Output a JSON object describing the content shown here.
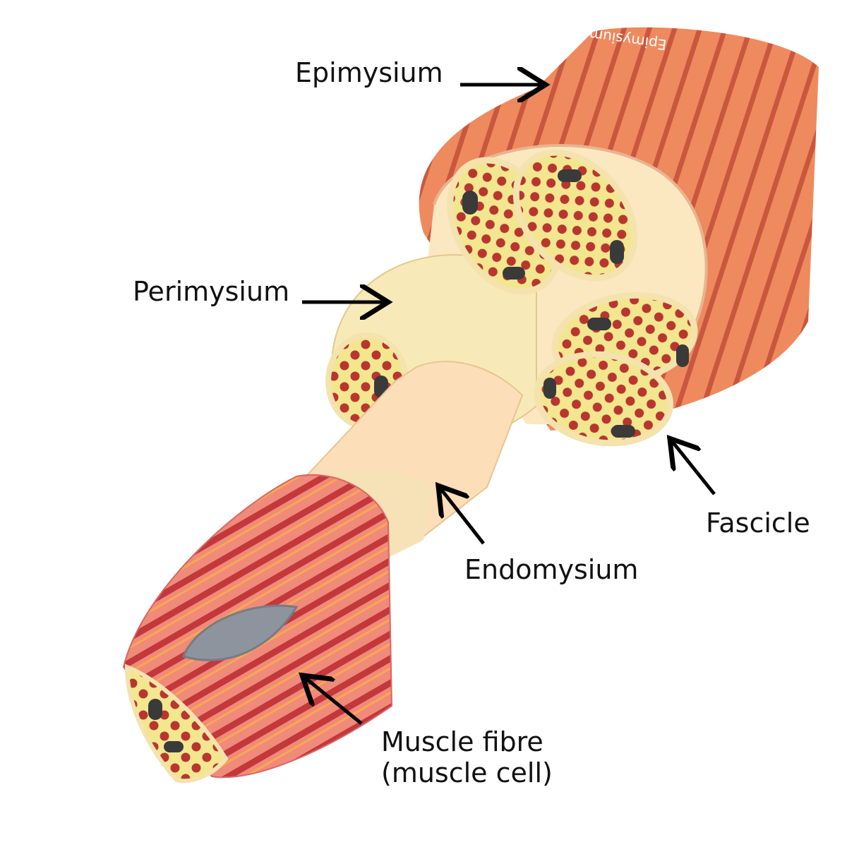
{
  "labels": {
    "epimysium": "Epimysium",
    "perimysium": "Perimysium",
    "fascicle": "Fascicle",
    "endomysium": "Endomysium",
    "muscle_fibre_line1": "Muscle fibre",
    "muscle_fibre_line2": "(muscle cell)"
  },
  "printed_on_model": "Epimysium",
  "colors": {
    "epimysium": "#ee8a5e",
    "epimysium_stripe": "#c9573f",
    "perimysium": "#f8e9b8",
    "fascicle_face": "#f2e68f",
    "myofibril_dot": "#b8362f",
    "nucleus": "#3a3a3a",
    "muscle_fibre": "#e96a5f",
    "muscle_fibre_stripe": "#c3383a",
    "fibre_nucleus": "#8e949e",
    "arrow": "#000000"
  }
}
